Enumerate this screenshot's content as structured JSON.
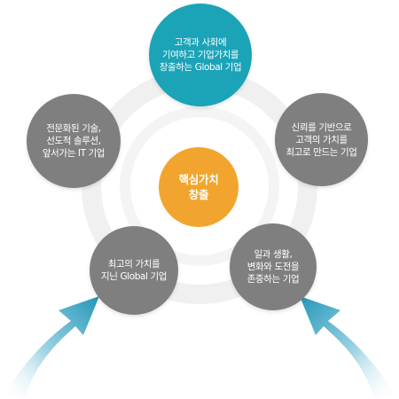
{
  "colors": {
    "accent_teal": "#1ba3b8",
    "node_gray": "#7f7f7f",
    "center_orange": "#f2a52e",
    "ring": "#eeeeee",
    "arrow": "#2496b8"
  },
  "center": {
    "label": "핵심가치\n창출"
  },
  "nodes": {
    "top": {
      "label": "고객과 사회에\n기여하고 기업가치를\n창출하는 Global 기업"
    },
    "right": {
      "label": "신뢰를 기반으로\n고객의 가치를\n최고로 만드는 기업"
    },
    "bottom_right": {
      "label": "일과 생활,\n변화와 도전을\n존중하는 기업"
    },
    "bottom_left": {
      "label": "최고의 가치를\n지닌 Global 기업"
    },
    "left": {
      "label": "전문화된 기술,\n선도적 솔루션,\n앞서가는 IT 기업"
    }
  },
  "arrows": {
    "count": 2,
    "direction": "upward"
  }
}
